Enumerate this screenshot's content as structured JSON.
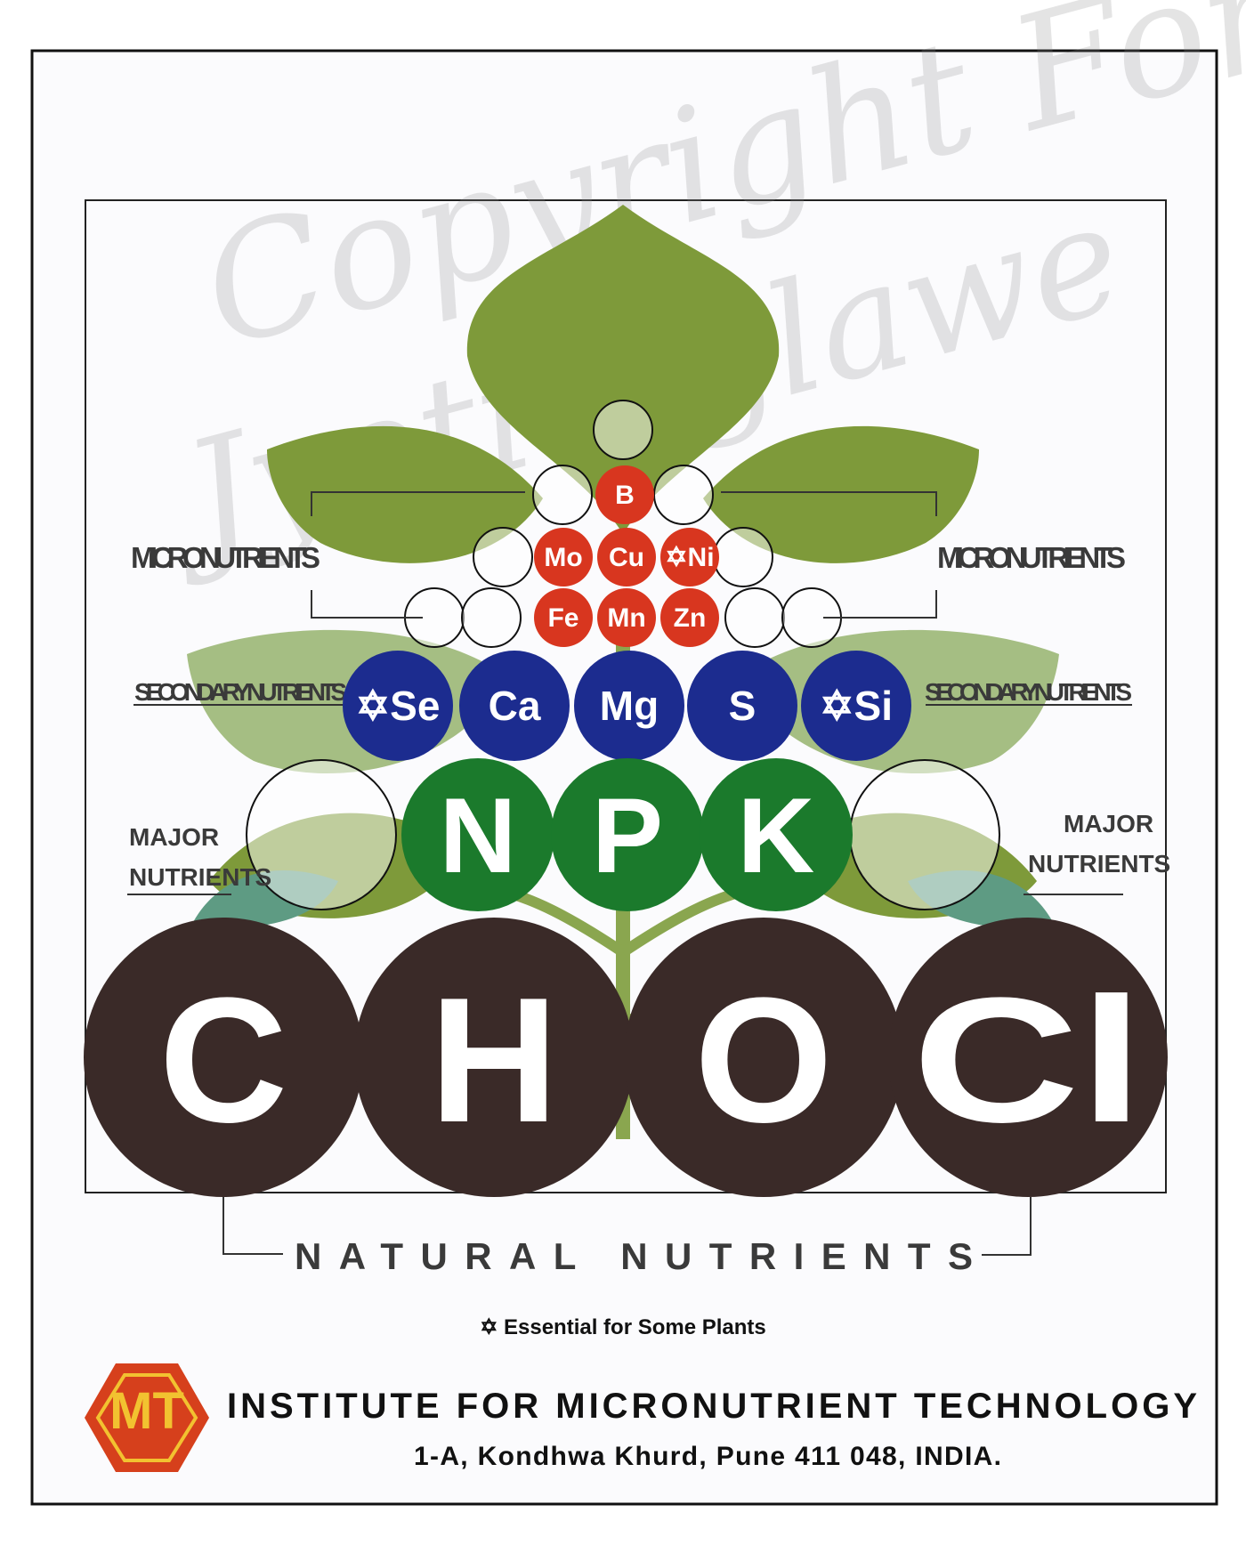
{
  "labels": {
    "micronutrients_left": "MICRONUTRIENTS",
    "micronutrients_right": "MICRONUTRIENTS",
    "secondary_left": "SECONDARY NUTRIENTS",
    "secondary_right": "SECONDARY NUTRIENTS",
    "major_left_1": "MAJOR",
    "major_left_2": "NUTRIENTS",
    "major_right_1": "MAJOR",
    "major_right_2": "NUTRIENTS",
    "natural": "NATURAL NUTRIENTS"
  },
  "elements": {
    "micro": [
      {
        "symbol": "B"
      },
      {
        "symbol": "Mo"
      },
      {
        "symbol": "Cu"
      },
      {
        "symbol": "✡Ni"
      },
      {
        "symbol": "Fe"
      },
      {
        "symbol": "Mn"
      },
      {
        "symbol": "Zn"
      }
    ],
    "secondary": [
      {
        "symbol": "✡Se"
      },
      {
        "symbol": "Ca"
      },
      {
        "symbol": "Mg"
      },
      {
        "symbol": "S"
      },
      {
        "symbol": "✡Si"
      }
    ],
    "major": [
      {
        "symbol": "N"
      },
      {
        "symbol": "P"
      },
      {
        "symbol": "K"
      }
    ],
    "natural": [
      {
        "symbol": "C"
      },
      {
        "symbol": "H"
      },
      {
        "symbol": "O"
      },
      {
        "symbol": "Cl"
      }
    ]
  },
  "footnote": "✡ Essential for Some Plants",
  "institute": {
    "name": "INSTITUTE FOR MICRONUTRIENT TECHNOLOGY",
    "address": "1-A, Kondhwa Khurd, Pune 411 048, INDIA.",
    "logo_text": "MT"
  },
  "colors": {
    "micro": "#d8361f",
    "secondary": "#1c2c8f",
    "major": "#1b7a2c",
    "natural": "#3a2a28",
    "leaf_dark": "#7e9a3a",
    "leaf_light": "#a5be83",
    "logo_bg": "#d6401c",
    "logo_fg": "#f2c230"
  }
}
